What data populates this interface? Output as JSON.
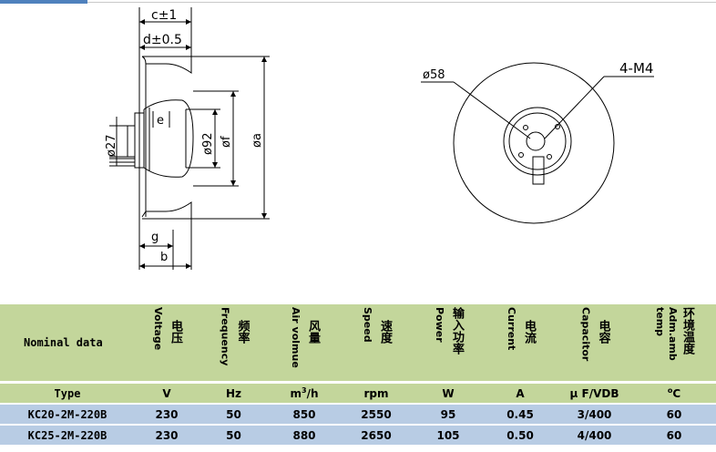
{
  "drawing": {
    "side_view": {
      "c_label": "c±1",
      "d_label": "d±0.5",
      "e_label": "e",
      "phi27_label": "ø27",
      "phi92_label": "ø92",
      "phif_label": "øf",
      "phia_label": "øa",
      "g_label": "g",
      "b_label": "b"
    },
    "front_view": {
      "phi58_label": "ø58",
      "holes_label": "4-M4"
    }
  },
  "table": {
    "nominal_label": "Nominal data",
    "headers": [
      {
        "en": "Voltage",
        "cn": "电压"
      },
      {
        "en": "Frequency",
        "cn": "频率"
      },
      {
        "en": "Air volmue",
        "cn": "风量"
      },
      {
        "en": "Speed",
        "cn": "速度"
      },
      {
        "en": "Power",
        "cn": "输入功率"
      },
      {
        "en": "Current",
        "cn": "电流"
      },
      {
        "en": "Capacitor",
        "cn": "电容"
      },
      {
        "en": "Adm.amb",
        "en2": "temp",
        "cn": "环境温度"
      }
    ],
    "type_label": "Type",
    "units": {
      "voltage": "V",
      "frequency": "Hz",
      "air_base": "m",
      "air_sup": "3",
      "air_tail": "/h",
      "speed": "rpm",
      "power": "W",
      "current": "A",
      "capacitor": "μ F/VDB",
      "temp_sup": "o",
      "temp_tail": "C"
    },
    "rows": [
      {
        "type": "KC20-2M-220B",
        "voltage": "230",
        "frequency": "50",
        "air": "850",
        "speed": "2550",
        "power": "95",
        "current": "0.45",
        "capacitor": "3/400",
        "temp": "60"
      },
      {
        "type": "KC25-2M-220B",
        "voltage": "230",
        "frequency": "50",
        "air": "880",
        "speed": "2650",
        "power": "105",
        "current": "0.50",
        "capacitor": "4/400",
        "temp": "60"
      }
    ]
  },
  "colors": {
    "header_green": "#c3d69b",
    "row_blue": "#b8cce4",
    "accent_blue": "#4f81bd"
  }
}
